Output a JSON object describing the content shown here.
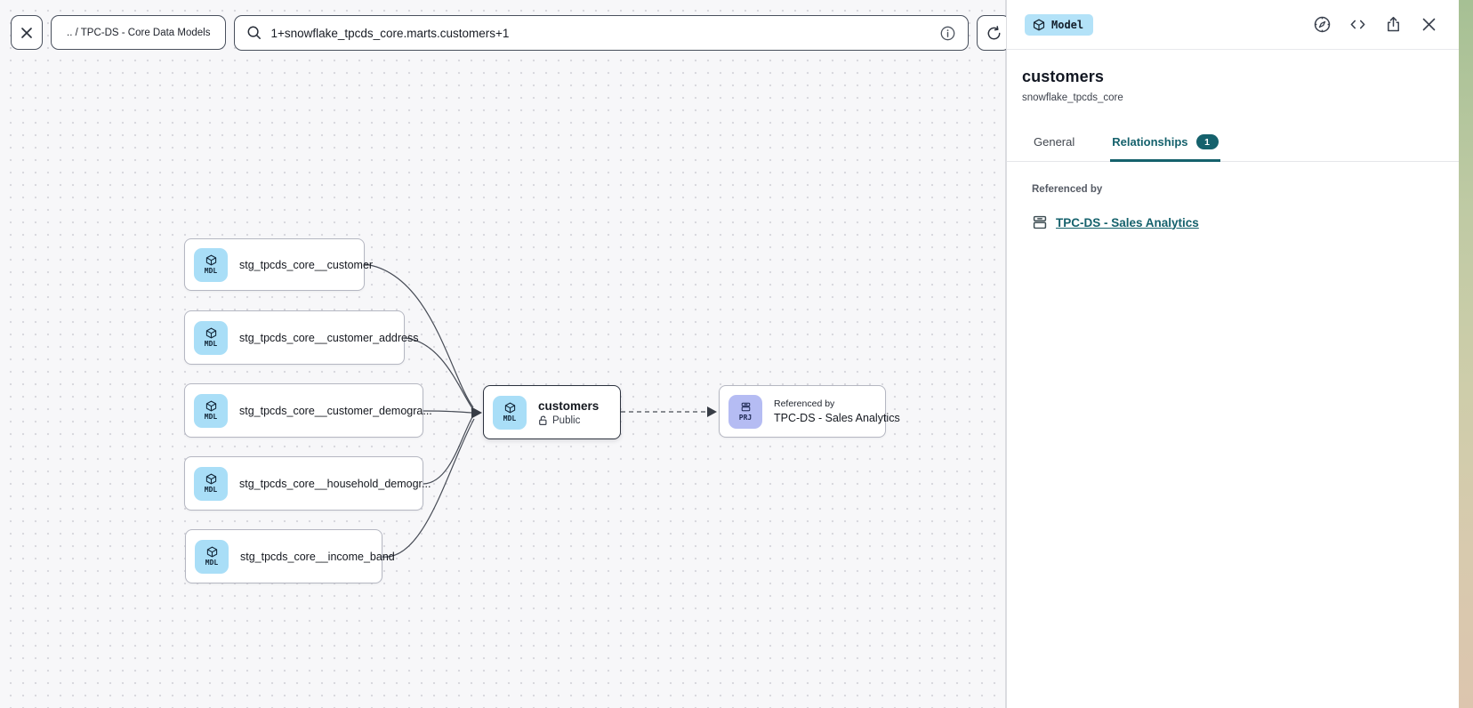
{
  "toolbar": {
    "breadcrumb": ".. / TPC-DS - Core Data Models",
    "search_value": "1+snowflake_tpcds_core.marts.customers+1"
  },
  "canvas": {
    "model_chip_label": "MDL",
    "project_chip_label": "PRJ",
    "nodes": [
      "stg_tpcds_core__customer",
      "stg_tpcds_core__customer_address",
      "stg_tpcds_core__customer_demogra...",
      "stg_tpcds_core__household_demogr...",
      "stg_tpcds_core__income_band"
    ],
    "selected_node": {
      "title": "customers",
      "visibility": "Public"
    },
    "referenced_node": {
      "eyebrow": "Referenced by",
      "title": "TPC-DS - Sales Analytics"
    }
  },
  "panel": {
    "type_badge": "Model",
    "title": "customers",
    "subtitle": "snowflake_tpcds_core",
    "tabs": [
      {
        "label": "General"
      },
      {
        "label": "Relationships",
        "count": "1"
      }
    ],
    "section_label": "Referenced by",
    "reference_link": "TPC-DS - Sales Analytics"
  },
  "colors": {
    "accent_teal": "#15616c",
    "model_blue": "#a9def7",
    "project_purple": "#b5bcf3",
    "canvas_bg": "#f7f7f9"
  }
}
